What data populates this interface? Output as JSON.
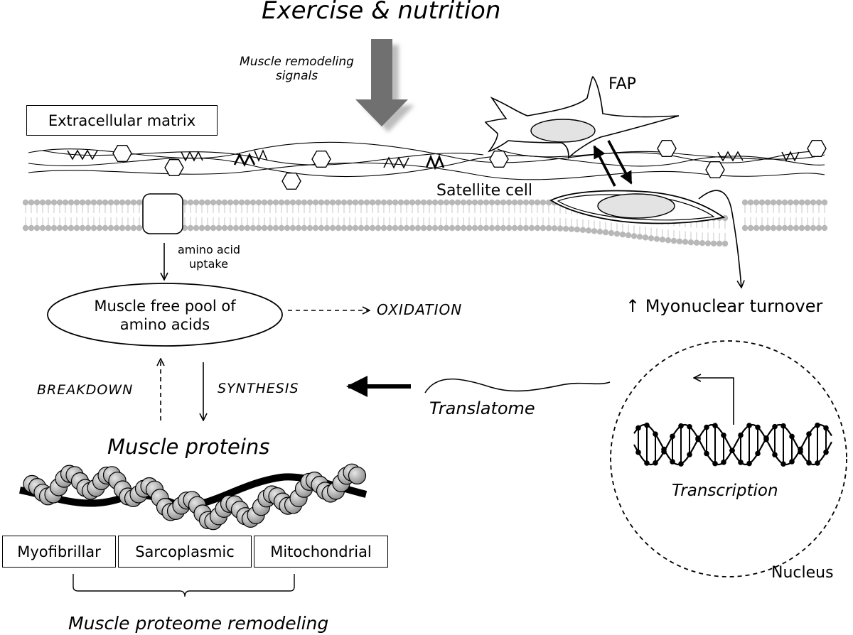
{
  "title": "Exercise & nutrition",
  "signal_label": {
    "line1": "Muscle remodeling",
    "line2": "signals"
  },
  "ecm_label": "Extracellular matrix",
  "fap_label": "FAP",
  "satellite_label": "Satellite cell",
  "uptake_label": {
    "line1": "amino acid",
    "line2": "uptake"
  },
  "pool_label": {
    "line1": "Muscle free pool of",
    "line2": "amino acids"
  },
  "oxidation_label": "OXIDATION",
  "myonuclear_label": "↑ Myonuclear turnover",
  "breakdown_label": "BREAKDOWN",
  "synthesis_label": "SYNTHESIS",
  "translatome_label": "Translatome",
  "transcription_label": "Transcription",
  "nucleus_label": "Nucleus",
  "proteins_label": "Muscle proteins",
  "fractions": [
    "Myofibrillar",
    "Sarcoplasmic",
    "Mitochondrial"
  ],
  "remodeling_label": "Muscle proteome remodeling",
  "colors": {
    "signal_arrow": "#707070",
    "lipid_head": "#b8b8b8",
    "nucleus_fill": "#e3e3e3",
    "protein_bead": "#b3b3b3"
  }
}
